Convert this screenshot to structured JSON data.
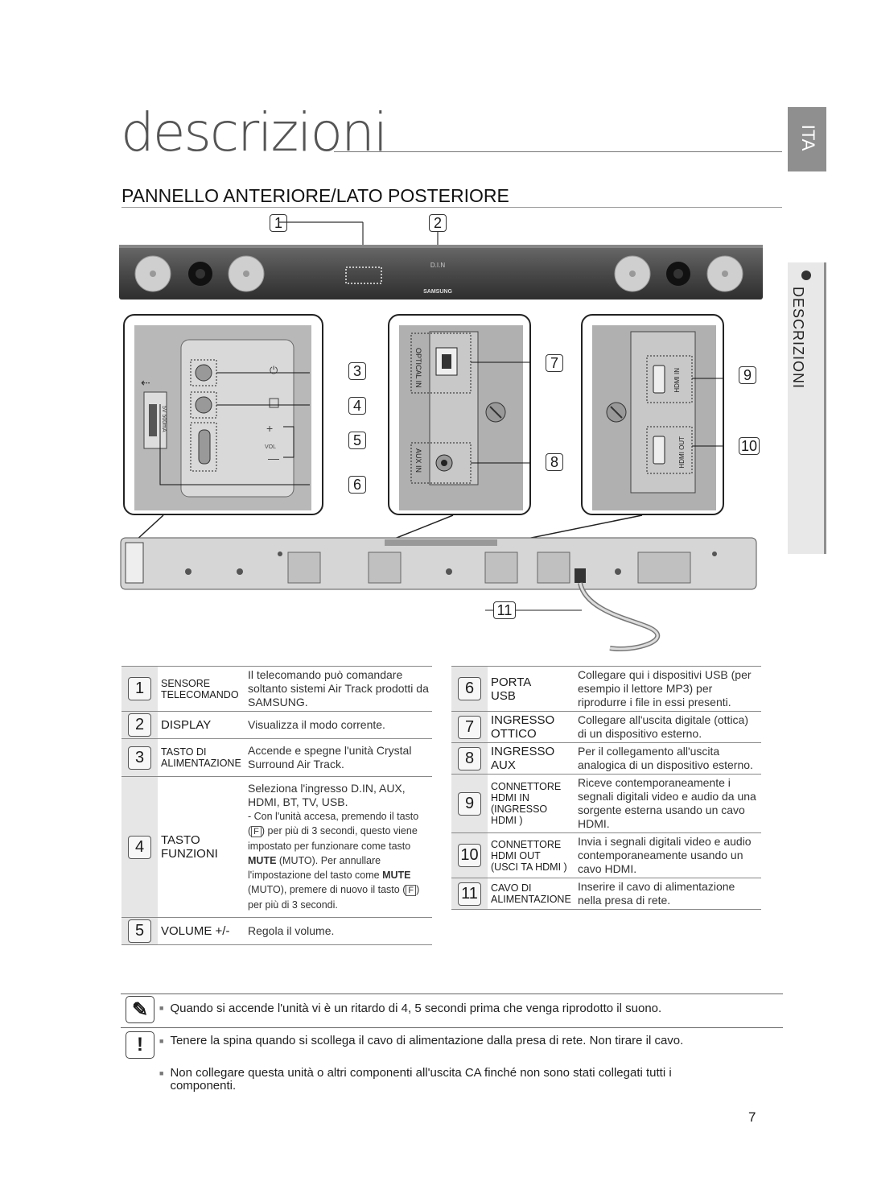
{
  "page": {
    "title": "descrizioni",
    "section_heading": "PANNELLO ANTERIORE/LATO POSTERIORE",
    "page_number": "7"
  },
  "side_tabs": {
    "language": "ITA",
    "section": "DESCRIZIONI"
  },
  "diagram": {
    "callouts": [
      "1",
      "2",
      "3",
      "4",
      "5",
      "6",
      "7",
      "8",
      "9",
      "10",
      "11"
    ],
    "front_display_text": "D.I.N",
    "brand": "SAMSUNG",
    "port_labels": {
      "optical": "OPTICAL IN",
      "aux": "AUX IN",
      "hdmi_in": "HDMI IN",
      "hdmi_out": "HDMI OUT",
      "usb": "5V 500mA",
      "vol": "VOL"
    }
  },
  "left_table": [
    {
      "num": "1",
      "label_lines": [
        "SENSORE",
        "TELECOMANDO"
      ],
      "small": true,
      "desc": "Il telecomando può comandare soltanto sistemi Air Track prodotti da SAMSUNG."
    },
    {
      "num": "2",
      "label_lines": [
        "DISPLAY"
      ],
      "small": false,
      "desc": "Visualizza il modo corrente."
    },
    {
      "num": "3",
      "label_lines": [
        "TASTO DI",
        "ALIMENTAZIONE"
      ],
      "small": true,
      "desc": "Accende e spegne l'unità Crystal Surround Air Track."
    },
    {
      "num": "4",
      "label_lines": [
        "TASTO",
        "FUNZIONI"
      ],
      "small": false,
      "desc": "Seleziona l'ingresso D.IN, AUX, HDMI, BT, TV, USB.",
      "sub_prefix": "- Con l'unità accesa, premendo il tasto (",
      "sub_key": "F",
      "sub_mid": ") per più di 3 secondi, questo viene impostato per funzionare come tasto ",
      "sub_bold1": "MUTE",
      "sub_mid2": " (MUTO). Per annullare l'impostazione del tasto come ",
      "sub_bold2": "MUTE",
      "sub_mid3": " (MUTO), premere di nuovo il tasto (",
      "sub_end": ") per più di 3 secondi."
    },
    {
      "num": "5",
      "label_lines": [
        "VOLUME +/-"
      ],
      "small": false,
      "desc": "Regola il volume."
    }
  ],
  "right_table": [
    {
      "num": "6",
      "label_lines": [
        "PORTA",
        "USB"
      ],
      "small": false,
      "desc": "Collegare qui i dispositivi USB (per esempio il lettore MP3) per riprodurre i file in essi presenti."
    },
    {
      "num": "7",
      "label_lines": [
        "INGRESSO",
        "OTTICO"
      ],
      "small": false,
      "desc": "Collegare all'uscita digitale (ottica) di un dispositivo esterno."
    },
    {
      "num": "8",
      "label_lines": [
        "INGRESSO",
        "AUX"
      ],
      "small": false,
      "desc": "Per il collegamento all'uscita analogica di un dispositivo esterno."
    },
    {
      "num": "9",
      "label_lines": [
        "CONNETTORE",
        "HDMI IN",
        "(INGRESSO",
        "HDMI )"
      ],
      "small": true,
      "desc": "Riceve contemporaneamente i segnali digitali video e audio da una sorgente esterna usando un cavo HDMI."
    },
    {
      "num": "10",
      "label_lines": [
        "CONNETTORE",
        "HDMI OUT",
        "(USCI TA HDMI )"
      ],
      "small": true,
      "desc": "Invia i segnali digitali video e audio contemporaneamente usando un cavo HDMI."
    },
    {
      "num": "11",
      "label_lines": [
        "CAVO DI",
        "ALIMENTAZIONE"
      ],
      "small": true,
      "desc": "Inserire il cavo di alimentazione nella presa di rete."
    }
  ],
  "notes": {
    "note": "Quando si accende l'unità vi è un ritardo di 4, 5 secondi prima che venga riprodotto il suono.",
    "cautions": [
      "Tenere la spina quando si scollega il cavo di alimentazione dalla presa di rete. Non tirare il cavo.",
      "Non collegare questa unità o altri componenti all'uscita CA finché non sono stati collegati tutti i componenti."
    ]
  }
}
